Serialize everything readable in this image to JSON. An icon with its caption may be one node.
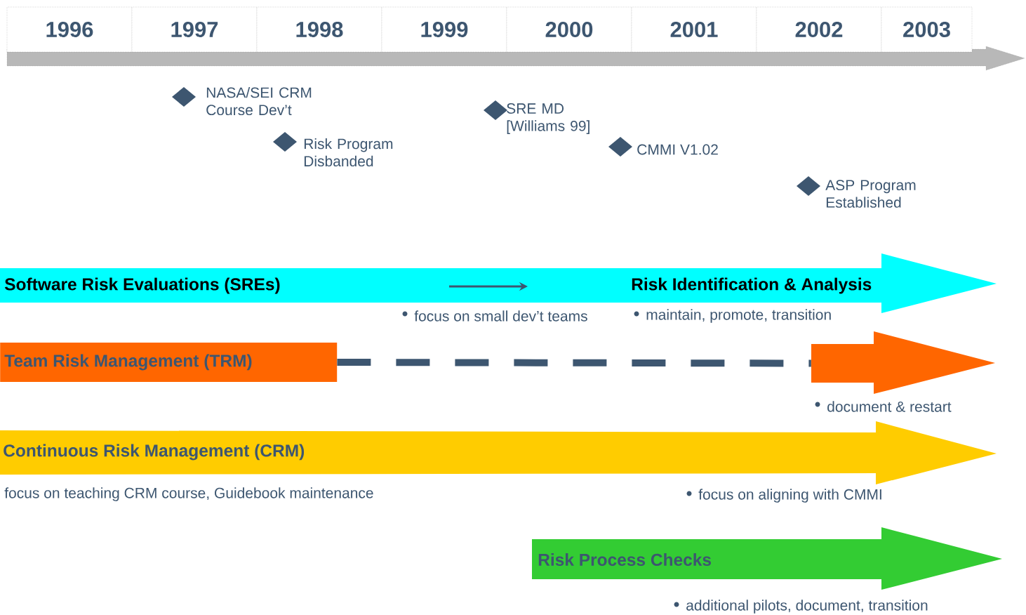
{
  "diagram": {
    "nodes": [
      {
        "text": [
          "1996"
        ]
      },
      {
        "text": [
          "1997"
        ]
      },
      {
        "text": [
          "1998"
        ]
      },
      {
        "text": [
          "1999"
        ]
      },
      {
        "text": [
          "2000"
        ]
      },
      {
        "text": [
          "2001"
        ]
      },
      {
        "text": [
          "2002"
        ]
      },
      {
        "text": [
          "2003"
        ]
      },
      {
        "text": [
          "Software Risk Evaluations (SREs)",
          "Risk Identification & Analysis"
        ]
      },
      {
        "text": [
          "Team Risk Management (TRM)"
        ]
      },
      {
        "text": [],
        "shape": "arrow"
      },
      {
        "text": [
          "Continuous Risk Management (CRM)"
        ]
      },
      {
        "text": [
          "Risk Process Checks"
        ]
      }
    ],
    "edges": [
      {
        "from": 9,
        "to": 10,
        "arrow": "none",
        "style": "dashed"
      }
    ],
    "labels": [
      "NASA/SEI CRM Course Dev’t",
      "Risk Program Disbanded",
      "SRE MD [Williams 99]",
      "CMMI V1.02",
      "ASP Program Established",
      "focus on small dev’t teams",
      "maintain, promote, transition",
      "document & restart",
      "focus on teaching CRM course, Guidebook maintenance",
      "focus on aligning with CMMI",
      "additional pilots, document, transition"
    ]
  }
}
